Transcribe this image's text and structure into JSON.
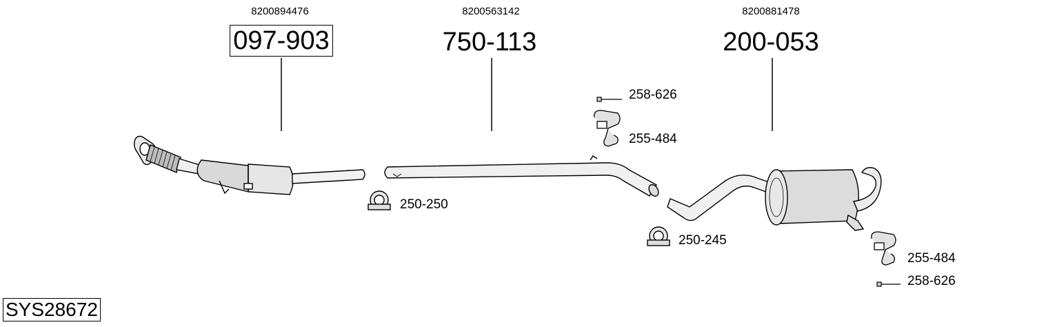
{
  "system_code": "SYS28672",
  "parts": [
    {
      "oem": "8200894476",
      "number": "097-903",
      "boxed": true
    },
    {
      "oem": "8200563142",
      "number": "750-113",
      "boxed": false
    },
    {
      "oem": "8200881478",
      "number": "200-053",
      "boxed": false
    }
  ],
  "accessories": {
    "bolt_top": "258-626",
    "hanger_top": "255-484",
    "clamp_left": "250-250",
    "clamp_right": "250-245",
    "hanger_bottom": "255-484",
    "bolt_bottom": "258-626"
  }
}
